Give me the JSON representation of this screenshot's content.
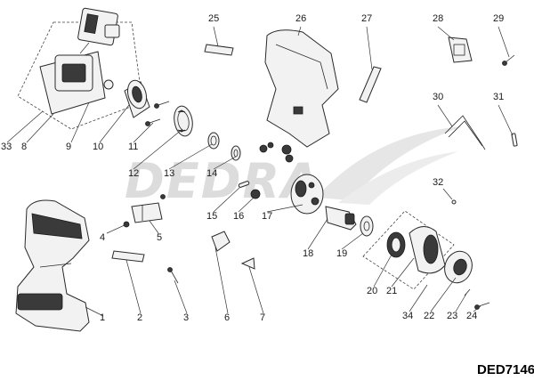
{
  "watermark": "DEDRA",
  "model_code": "DED7146",
  "callouts": [
    {
      "n": "1"
    },
    {
      "n": "2"
    },
    {
      "n": "3"
    },
    {
      "n": "4"
    },
    {
      "n": "5"
    },
    {
      "n": "6"
    },
    {
      "n": "7"
    },
    {
      "n": "8"
    },
    {
      "n": "9"
    },
    {
      "n": "10"
    },
    {
      "n": "11"
    },
    {
      "n": "12"
    },
    {
      "n": "13"
    },
    {
      "n": "14"
    },
    {
      "n": "15"
    },
    {
      "n": "16"
    },
    {
      "n": "17"
    },
    {
      "n": "18"
    },
    {
      "n": "19"
    },
    {
      "n": "20"
    },
    {
      "n": "21"
    },
    {
      "n": "22"
    },
    {
      "n": "23"
    },
    {
      "n": "24"
    },
    {
      "n": "25"
    },
    {
      "n": "26"
    },
    {
      "n": "27"
    },
    {
      "n": "28"
    },
    {
      "n": "29"
    },
    {
      "n": "30"
    },
    {
      "n": "31"
    },
    {
      "n": "32"
    },
    {
      "n": "33"
    },
    {
      "n": "34"
    }
  ]
}
